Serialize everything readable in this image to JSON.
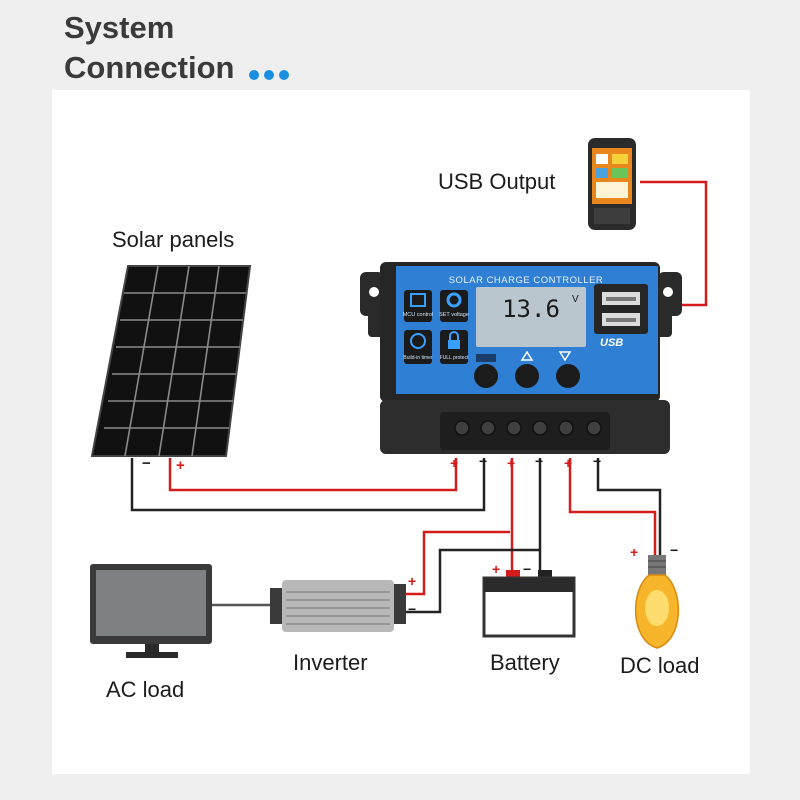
{
  "title": {
    "line1": "System",
    "line2": "Connection"
  },
  "labels": {
    "usb_output": "USB Output",
    "solar_panels": "Solar panels",
    "inverter": "Inverter",
    "battery": "Battery",
    "dc_load": "DC load",
    "ac_load": "AC load"
  },
  "controller": {
    "header": "SOLAR CHARGE CONTROLLER",
    "display_value": "13.6",
    "display_unit": "V",
    "usb_logo": "USB",
    "features": [
      {
        "label": "MCU control",
        "icon": "chip-icon"
      },
      {
        "label": "SET voltage",
        "icon": "gear-icon"
      },
      {
        "label": "Build-in timer",
        "icon": "clock-icon"
      },
      {
        "label": "FULL protect",
        "icon": "lock-icon"
      }
    ]
  },
  "polarity": {
    "plus": "+",
    "minus": "−"
  },
  "colors": {
    "positive": "#d41c1c",
    "negative": "#222222",
    "accent": "#1a8fe0",
    "controller_blue": "#2f7fd4"
  }
}
